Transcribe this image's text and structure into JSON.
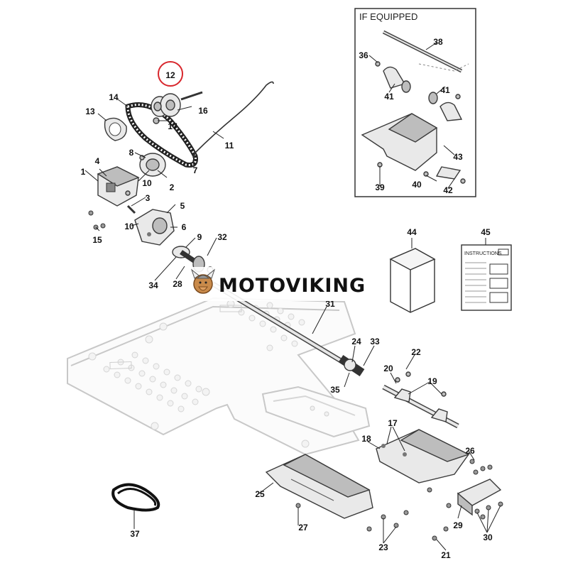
{
  "inset": {
    "title": "IF EQUIPPED"
  },
  "instructions": {
    "label": "INSTRUCTIONS"
  },
  "watermark": {
    "text": "MOTOVIKING"
  },
  "highlight_color": "#d8262c",
  "callouts": {
    "c1": "1",
    "c2": "2",
    "c3": "3",
    "c4": "4",
    "c5": "5",
    "c6": "6",
    "c7": "7",
    "c8": "8",
    "c9": "9",
    "c10a": "10",
    "c10b": "10",
    "c11": "11",
    "c12": "12",
    "c13": "13",
    "c14": "14",
    "c15": "15",
    "c16": "16",
    "c17a": "17",
    "c17b": "17",
    "c18": "18",
    "c19": "19",
    "c20": "20",
    "c21": "21",
    "c22": "22",
    "c23": "23",
    "c24": "24",
    "c25": "25",
    "c26": "26",
    "c27": "27",
    "c28": "28",
    "c29": "29",
    "c30": "30",
    "c31": "31",
    "c32": "32",
    "c33": "33",
    "c34": "34",
    "c35": "35",
    "c36": "36",
    "c37": "37",
    "c38": "38",
    "c39": "39",
    "c40": "40",
    "c41a": "41",
    "c41b": "41",
    "c42": "42",
    "c43": "43",
    "c44": "44",
    "c45": "45"
  }
}
